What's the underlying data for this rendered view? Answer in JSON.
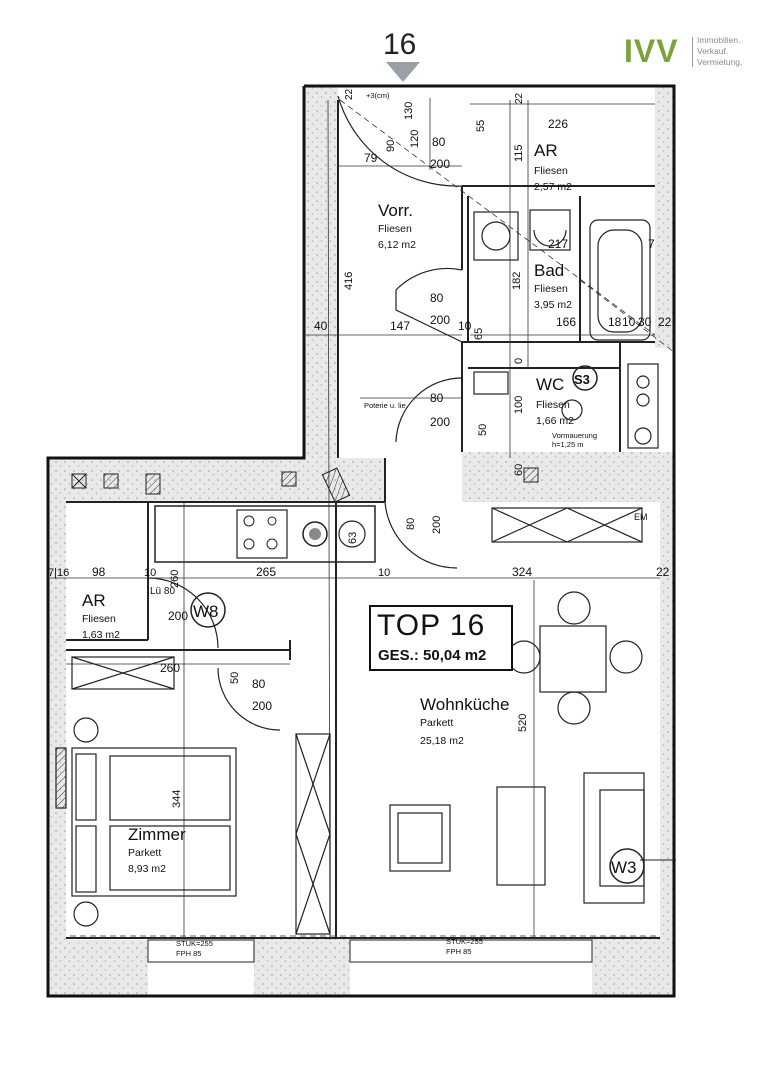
{
  "unit_number": "16",
  "logo": {
    "mark": "IVV",
    "lines": [
      "Immobilien.",
      "Verkauf.",
      "Vermietung."
    ]
  },
  "top": {
    "title": "TOP 16",
    "total": "GES.: 50,04 m2"
  },
  "rooms": [
    {
      "name": "AR",
      "floor": "Fliesen",
      "area": "2,57 m2"
    },
    {
      "name": "Vorr.",
      "floor": "Fliesen",
      "area": "6,12 m2"
    },
    {
      "name": "Bad",
      "floor": "Fliesen",
      "area": "3,95 m2"
    },
    {
      "name": "WC",
      "floor": "Fliesen",
      "area": "1,66 m2"
    },
    {
      "name": "AR",
      "floor": "Fliesen",
      "area": "1,63 m2"
    },
    {
      "name": "Wohnküche",
      "floor": "Parkett",
      "area": "25,18 m2"
    },
    {
      "name": "Zimmer",
      "floor": "Parkett",
      "area": "8,93 m2"
    }
  ],
  "window_tags": [
    "W8",
    "W3"
  ],
  "shaft_tag": "S3",
  "notes": {
    "step": "+3(cm)",
    "poterie": "Poterie u. lie.",
    "vormauerung": "Vormauerung",
    "vormauerung_h": "h=1,25 m",
    "em": "EM",
    "lu": "Lü 80",
    "sill_1": [
      "STUK=255",
      "FPH   85"
    ],
    "sill_2": [
      "STUK=255",
      "FPH   85"
    ]
  },
  "dimensions": {
    "top_226": "226",
    "top_22a": "22",
    "top_22b": "22",
    "top_55": "55",
    "top_115": "115",
    "door_90": "90",
    "door_130": "130",
    "door_120": "120",
    "door_80": "80",
    "door_200": "200",
    "d79": "79",
    "d416": "416",
    "d40": "40",
    "d147": "147",
    "d10a": "10",
    "d65": "65",
    "d166": "166",
    "d18": "18",
    "d10b": "10",
    "d30": "30",
    "d22c": "22",
    "d182": "182",
    "d217": "217",
    "d7": "7",
    "vorr_80": "80",
    "vorr_200": "200",
    "wc_80": "80",
    "wc_200": "200",
    "d50a": "50",
    "d100": "100",
    "d60": "60",
    "d0": "0",
    "hall_80": "80",
    "hall_200": "200",
    "d63": "63",
    "d716": "7|16",
    "d98": "98",
    "d10c": "10",
    "d260a": "260",
    "d265": "265",
    "d10d": "10",
    "d324": "324",
    "d22d": "22",
    "ar_200": "200",
    "d260b": "260",
    "d50b": "50",
    "zim_80": "80",
    "zim_200": "200",
    "d344": "344",
    "d520": "520"
  }
}
